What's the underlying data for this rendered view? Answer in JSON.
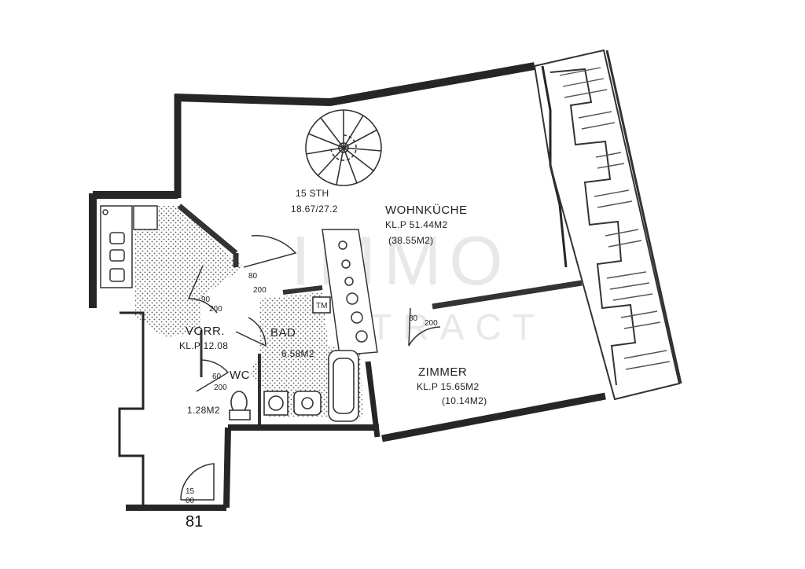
{
  "rooms": {
    "wohnkueche": {
      "name": "WOHNKÜCHE",
      "area": "KL.P 51.44M2",
      "area2": "(38.55M2)"
    },
    "zimmer": {
      "name": "ZIMMER",
      "area": "KL.P 15.65M2",
      "area2": "(10.14M2)"
    },
    "vorr": {
      "name": "VORR.",
      "area": "KL.P 12.08"
    },
    "bad": {
      "name": "BAD",
      "area": "6.58M2"
    },
    "wc": {
      "name": "WC",
      "area": "1.28M2"
    }
  },
  "stairs": {
    "label": "15 STH",
    "dims": "18.67/27.2"
  },
  "doors": {
    "kitchen": "80",
    "kitchen_h": "200",
    "vorr": "90",
    "vorr_h": "200",
    "zimmer": "80",
    "zimmer_h": "200",
    "wc": "60",
    "wc_h": "200",
    "entry": "15",
    "entry_h": "00",
    "tm": "TM"
  },
  "unit_number": "81",
  "watermark": {
    "line1": "IMMO",
    "line2": "CONTRACT"
  }
}
